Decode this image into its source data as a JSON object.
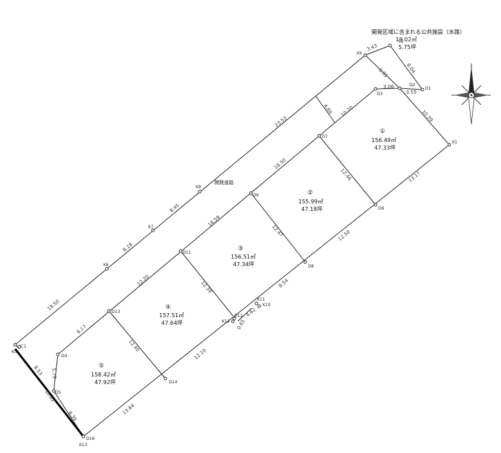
{
  "note": {
    "title": "開発区域に含まれる公共施設（水路）",
    "area_m2": "19.02㎡",
    "area_tsubo": "5.75坪"
  },
  "road_label": "開発道路",
  "lots": [
    {
      "num": "①",
      "area_m2": "156.49㎡",
      "area_tsubo": "47.33坪"
    },
    {
      "num": "②",
      "area_m2": "155.99㎡",
      "area_tsubo": "47.18坪"
    },
    {
      "num": "③",
      "area_m2": "156.51㎡",
      "area_tsubo": "47.34坪"
    },
    {
      "num": "④",
      "area_m2": "157.51㎡",
      "area_tsubo": "47.64坪"
    },
    {
      "num": "⑤",
      "area_m2": "158.42㎡",
      "area_tsubo": "47.92坪"
    }
  ],
  "points": {
    "S1": "S1",
    "X9": "X9",
    "D1": "D1",
    "D2": "D2",
    "D3": "D3",
    "K1": "K1",
    "D7": "D7",
    "D6": "D6",
    "D9": "D9",
    "D8": "D8",
    "K8": "K8",
    "K7": "K7",
    "K6": "K6",
    "D11": "D11",
    "D13": "D13",
    "D4": "D4",
    "D5": "D5",
    "K5": "K5",
    "C1": "C1",
    "K11": "K11",
    "K10": "K10",
    "K12": "K12",
    "D12": "D12",
    "D14": "D14",
    "K13": "K13",
    "D16": "D16"
  },
  "dims": {
    "d1": "3.43",
    "d2": "8.04",
    "d3": "6.61",
    "d4": "3.06",
    "d5": "3.55",
    "d6": "4.60",
    "d7": "10.20",
    "d8": "10.39",
    "d9": "23.53",
    "d10": "18.50",
    "d11": "12.46",
    "d12": "13.17",
    "d13": "8.45",
    "d14": "18.59",
    "d15": "12.47",
    "d16": "12.50",
    "d17": "8.19",
    "d18": "12.20",
    "d19": "12.39",
    "d20": "8.54",
    "d21": "4.62",
    "d22": "18.50",
    "d23": "8.17",
    "d24": "12.40",
    "d25": "12.10",
    "d26": "8.53",
    "d27": "5.79",
    "d28": "16.62",
    "d29": "8.39",
    "d30": "13.64",
    "d31": "0.65"
  }
}
